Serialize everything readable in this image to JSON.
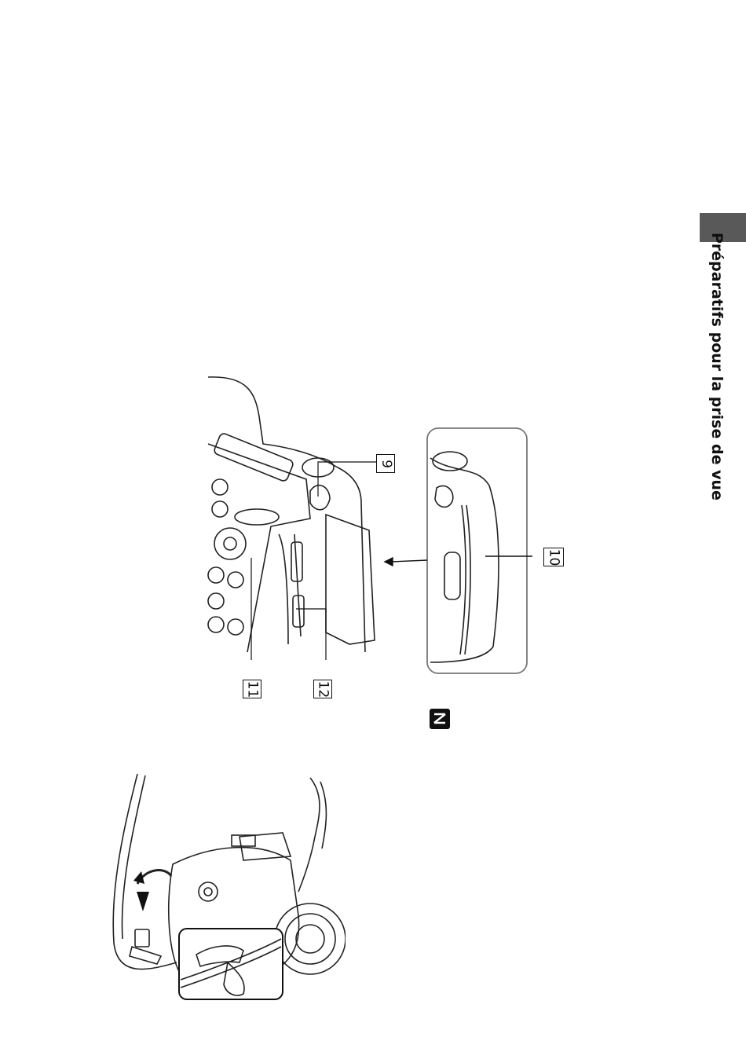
{
  "side_tab": {
    "title": "Préparatifs pour la prise de vue"
  },
  "figure_top": {
    "callouts": [
      "9",
      "10",
      "11",
      "12"
    ]
  },
  "icons": [
    "camera-rear-illustration",
    "camera-side-detail-illustration",
    "nfc-mark-icon",
    "strap-attachment-illustration"
  ]
}
